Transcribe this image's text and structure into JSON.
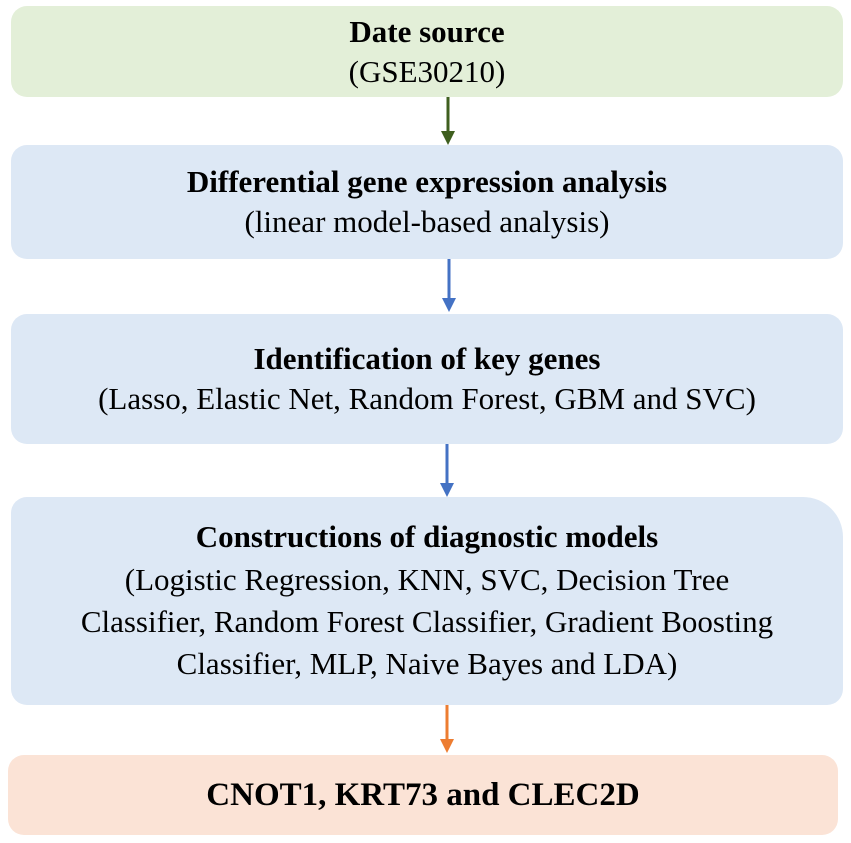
{
  "flowchart": {
    "steps": [
      {
        "title": "Date source",
        "subtitle": "(GSE30210)",
        "fill": "#e3efd8"
      },
      {
        "title": "Differential gene expression analysis",
        "subtitle": "(linear model-based analysis)",
        "fill": "#dde8f5"
      },
      {
        "title": "Identification of key genes",
        "subtitle": "(Lasso, Elastic Net, Random Forest, GBM and SVC)",
        "fill": "#dde8f5"
      },
      {
        "title": "Constructions of diagnostic models",
        "subtitle_lines": [
          "(Logistic Regression, KNN, SVC, Decision Tree",
          "Classifier, Random Forest Classifier, Gradient Boosting",
          "Classifier, MLP, Naive Bayes and LDA)"
        ],
        "fill": "#dde8f5"
      },
      {
        "title": "CNOT1, KRT73 and CLEC2D",
        "fill": "#fbe3d6"
      }
    ],
    "arrows": [
      {
        "from": "Date source",
        "to": "Differential gene expression analysis",
        "color": "#3f5f1f"
      },
      {
        "from": "Differential gene expression analysis",
        "to": "Identification of key genes",
        "color": "#4472c4"
      },
      {
        "from": "Identification of key genes",
        "to": "Constructions of diagnostic models",
        "color": "#4472c4"
      },
      {
        "from": "Constructions of diagnostic models",
        "to": "CNOT1, KRT73 and CLEC2D",
        "color": "#ed7d31"
      }
    ]
  }
}
